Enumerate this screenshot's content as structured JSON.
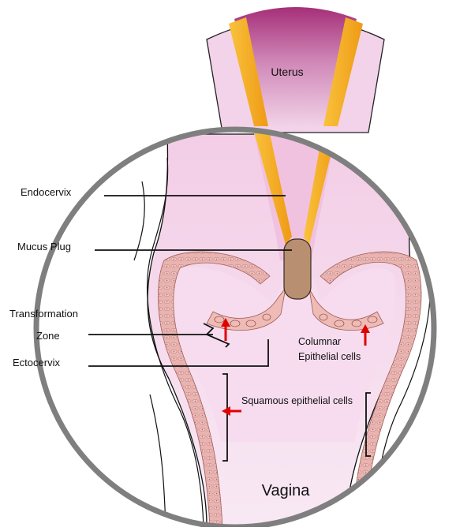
{
  "regions": {
    "uterus": "Uterus",
    "vagina": "Vagina"
  },
  "labels": {
    "endocervix": "Endocervix",
    "mucus_plug": "Mucus Plug",
    "transformation_1": "Transformation",
    "transformation_2": "Zone",
    "ectocervix": "Ectocervix",
    "columnar_1": "Columnar",
    "columnar_2": "Epithelial cells",
    "squamous": "Squamous epithelial cells"
  },
  "colors": {
    "uterus_top": "#a62f78",
    "tissue_pink": "#f3cde6",
    "light_pink": "#f7e4f2",
    "orange_band": "#f4a81c",
    "mucus_plug": "#b88f70",
    "epithelium": "#e4a8a5",
    "arrow_red": "#e00000",
    "lens_ring": "#7f7f7f"
  },
  "icons": [
    "red-arrow-icon",
    "bracket-icon"
  ]
}
